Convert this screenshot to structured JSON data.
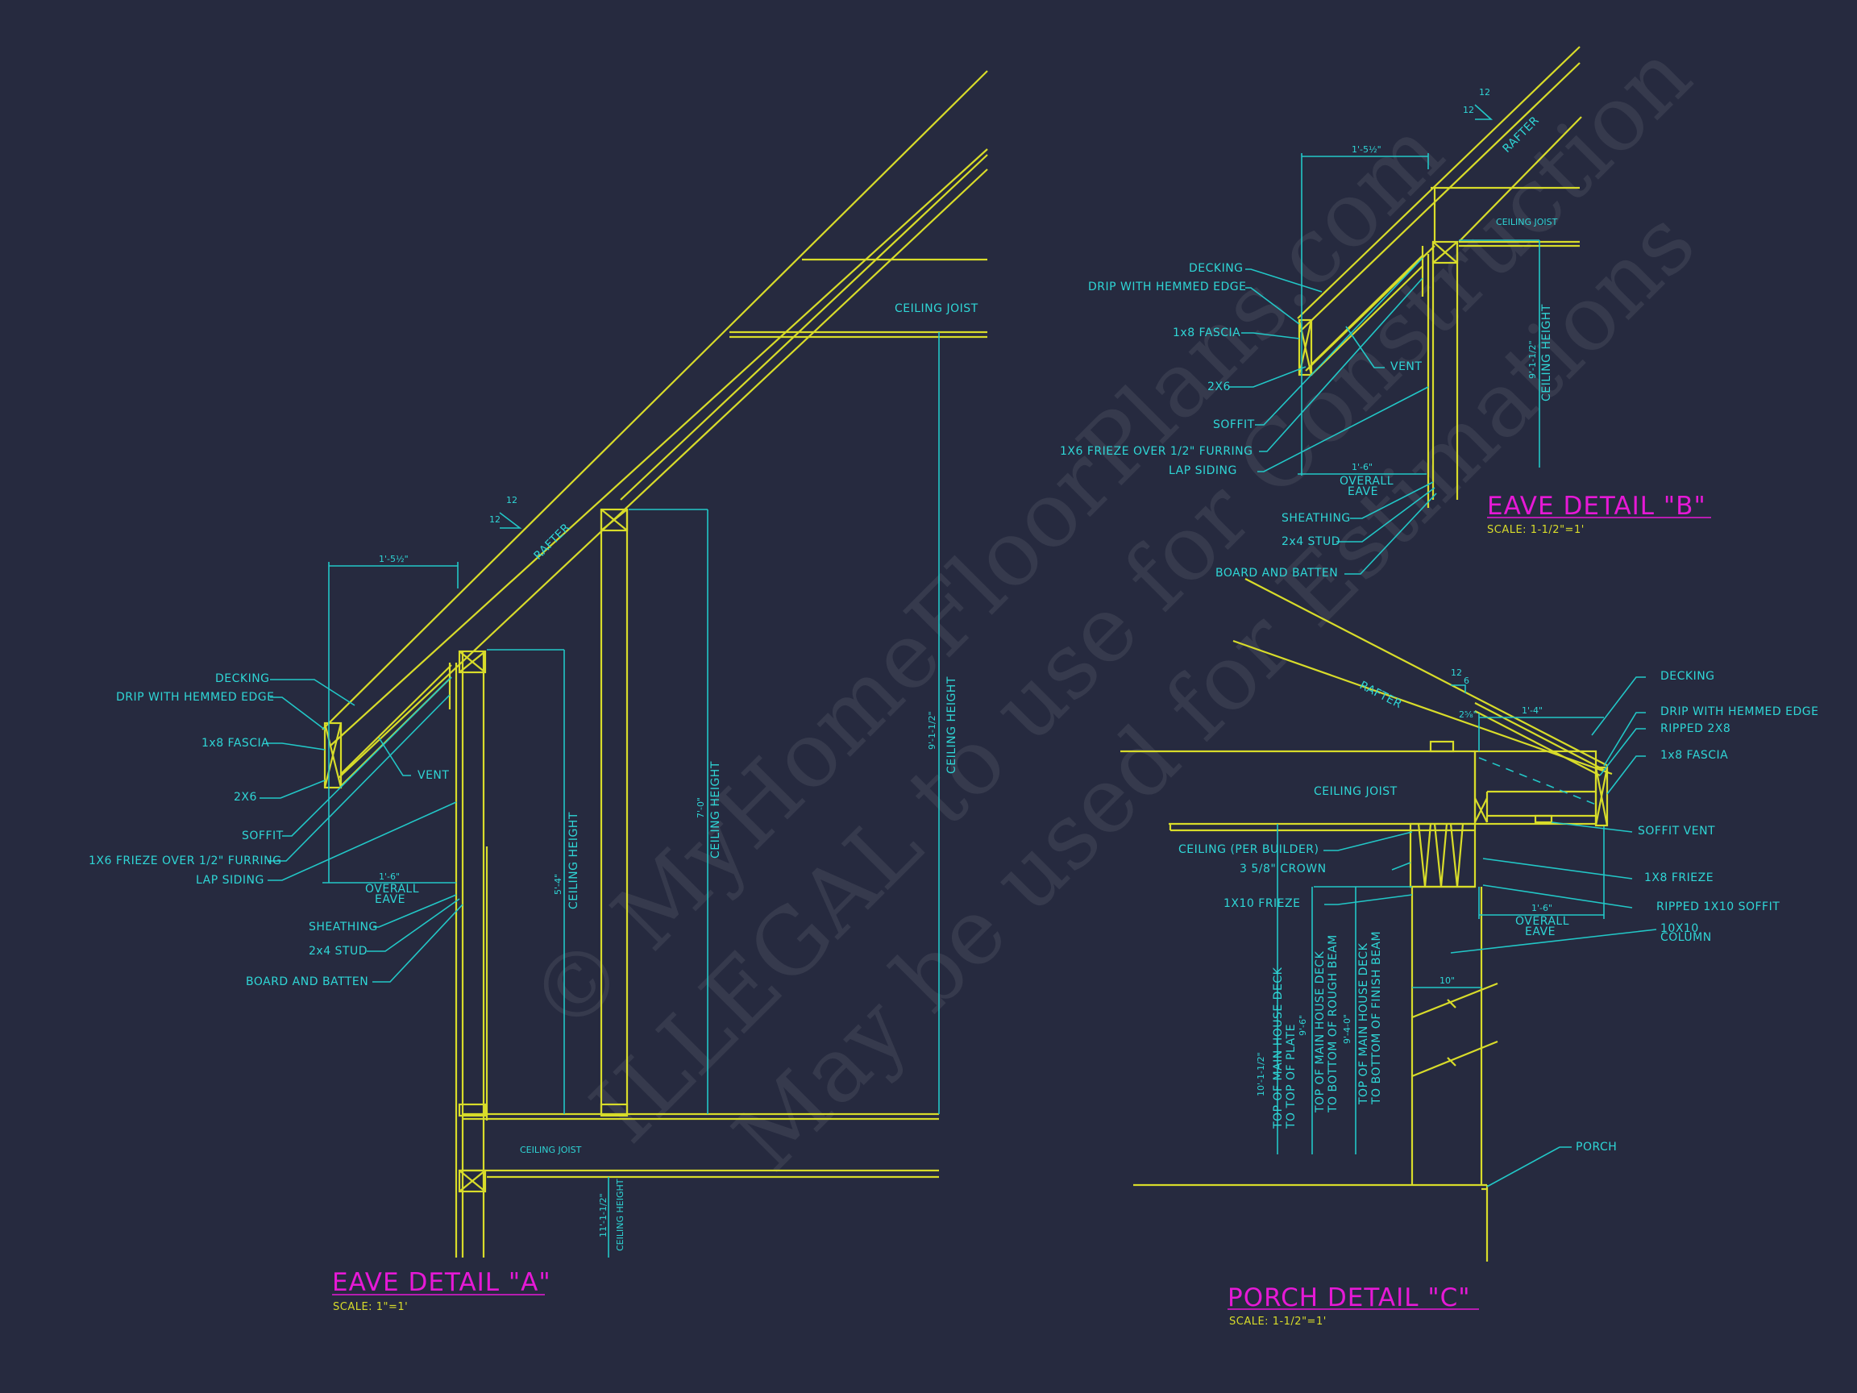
{
  "watermark": {
    "line1": "© MyHomeFloorPlans.com",
    "line2": "ILLEGAL to use for Construction",
    "line3": "May be used for Estimations"
  },
  "detail_a": {
    "title": "EAVE DETAIL \"A\"",
    "scale": "SCALE: 1\"=1'",
    "labels": {
      "decking": "DECKING",
      "drip": "DRIP WITH HEMMED EDGE",
      "fascia": "1x8 FASCIA",
      "two_by_six": "2X6",
      "soffit": "SOFFIT",
      "frieze": "1X6 FRIEZE OVER 1/2\" FURRING",
      "lap_siding": "LAP SIDING",
      "sheathing": "SHEATHING",
      "stud": "2x4 STUD",
      "board_batten": "BOARD AND BATTEN",
      "vent": "VENT",
      "rafter": "RAFTER",
      "ceiling_joist_top": "CEILING JOIST",
      "ceiling_joist_bottom": "CEILING JOIST",
      "ceiling_height": "CEILING HEIGHT",
      "overall_eave": "OVERALL",
      "overall_eave_2": "EAVE"
    },
    "dims": {
      "top_overhang": "1'-5½\"",
      "overall_eave": "1'-6\"",
      "h1": "5'-4\"",
      "h2": "7'-0\"",
      "h3": "9'-1-1/2\"",
      "h4": "11'-1-1/2\"",
      "pitch_rise": "12",
      "pitch_run": "12"
    }
  },
  "detail_b": {
    "title": "EAVE DETAIL  \"B\"",
    "scale": "SCALE: 1-1/2\"=1'",
    "labels": {
      "decking": "DECKING",
      "drip": "DRIP WITH HEMMED EDGE",
      "fascia": "1x8 FASCIA",
      "two_by_six": "2X6",
      "soffit": "SOFFIT",
      "frieze": "1X6 FRIEZE OVER 1/2\" FURRING",
      "lap_siding": "LAP SIDING",
      "sheathing": "SHEATHING",
      "stud": "2x4 STUD",
      "board_batten": "BOARD AND BATTEN",
      "vent": "VENT",
      "rafter": "RAFTER",
      "ceiling_joist": "CEILING JOIST",
      "ceiling_height": "CEILING HEIGHT",
      "overall_eave": "OVERALL",
      "overall_eave_2": "EAVE"
    },
    "dims": {
      "top_overhang": "1'-5½\"",
      "overall_eave": "1'-6\"",
      "height": "9'-1-1/2\"",
      "pitch_rise": "12",
      "pitch_run": "12"
    }
  },
  "detail_c": {
    "title": "PORCH DETAIL  \"C\"",
    "scale": "SCALE: 1-1/2\"=1'",
    "labels": {
      "decking": "DECKING",
      "drip": "DRIP WITH HEMMED EDGE",
      "ripped_2x8": "RIPPED 2X8",
      "fascia": "1x8 FASCIA",
      "soffit_vent": "SOFFIT VENT",
      "frieze_1x8": "1X8 FRIEZE",
      "ripped_soffit": "RIPPED 1X10 SOFFIT",
      "column": "10X10",
      "column_2": "COLUMN",
      "rafter": "RAFTER",
      "ceiling_joist": "CEILING JOIST",
      "ceiling": "CEILING (PER BUILDER)",
      "crown": "3 5/8\" CROWN",
      "frieze_1x10": "1X10 FRIEZE",
      "porch": "PORCH",
      "top_plate_1": "TOP OF MAIN HOUSE DECK",
      "top_plate_2": "TO TOP OF PLATE",
      "rough_beam_1": "TOP OF MAIN HOUSE DECK",
      "rough_beam_2": "TO BOTTOM OF ROUGH BEAM",
      "finish_beam_1": "TOP OF MAIN HOUSE DECK",
      "finish_beam_2": "TO BOTTOM OF FINISH BEAM",
      "overall_eave": "OVERALL",
      "overall_eave_2": "EAVE"
    },
    "dims": {
      "top": "1'-4\"",
      "small": "2⅝\"",
      "overall_eave": "1'-6\"",
      "ten": "10\"",
      "d1": "10'-1-1/2\"",
      "d2": "9'-6\"",
      "d3": "9'-4-0\"",
      "pitch_rise": "12",
      "pitch_run": "6"
    }
  }
}
